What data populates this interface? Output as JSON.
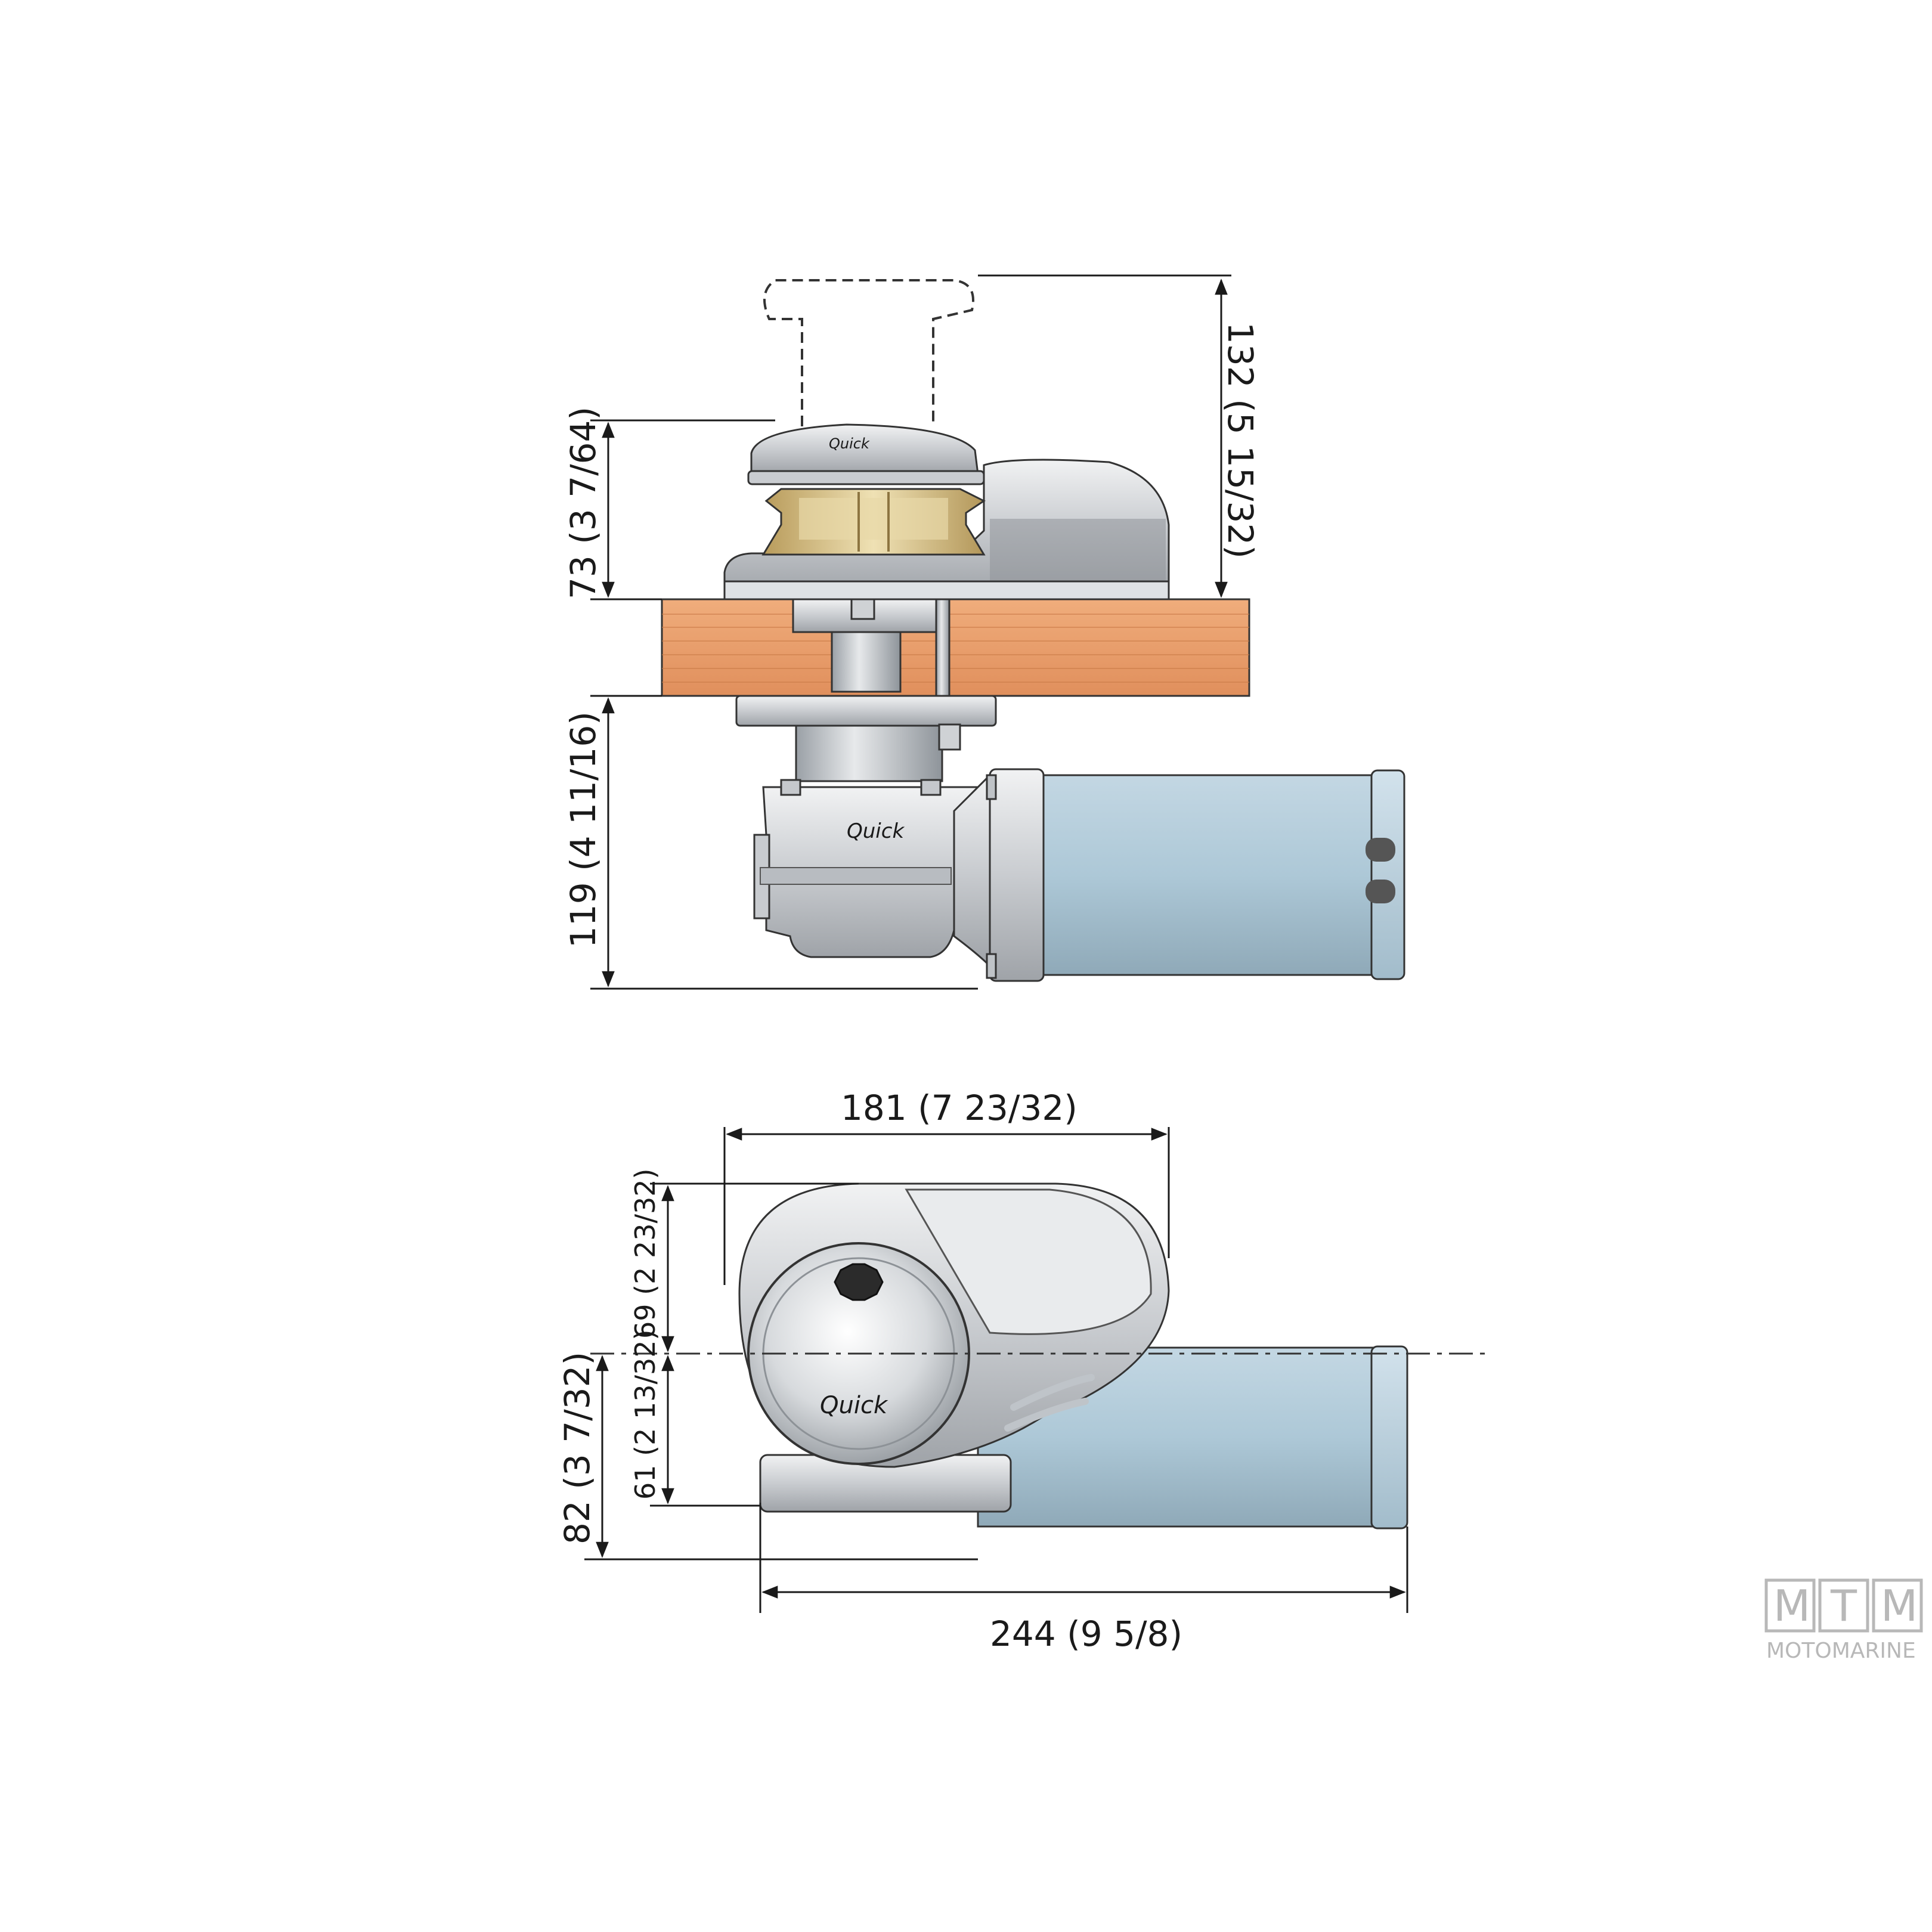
{
  "side_view": {
    "dim_total_height": "132 (5 15/32)",
    "dim_above_deck": "73 (3 7/64)",
    "dim_below_deck": "119 (4 11/16)"
  },
  "top_view": {
    "dim_width": "181 (7 23/32)",
    "dim_length": "244 (9 5/8)",
    "dim_front": "69 (2 23/32)",
    "dim_rear_inner": "61 (2 13/32)",
    "dim_rear_total": "82 (3 7/32)"
  },
  "brand": {
    "product_logo": "Quick",
    "watermark_letters": [
      "M",
      "T",
      "M"
    ],
    "watermark_name": "MOTOMARINE"
  },
  "colors": {
    "deck_wood": "#e9a06e",
    "motor_blue": "#a9c4d3",
    "bronze": "#d9c38e",
    "housing_grey": "#cfd3d7",
    "line": "#1a1a1a"
  }
}
